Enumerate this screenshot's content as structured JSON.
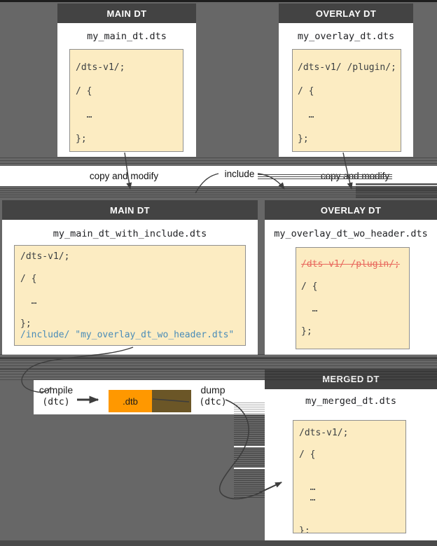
{
  "colors": {
    "background": "#676767",
    "card_header": "#434343",
    "code_box_fill": "#fcecc2",
    "code_box_border": "#8f8f8f",
    "dtb_orange": "#ff9800",
    "brown_block": "#6b5627",
    "include_blue": "#4a8cb8",
    "deleted_red": "#e8675c",
    "arrow": "#3d3d3d"
  },
  "cards": {
    "main_top": {
      "header": "MAIN DT",
      "filename": "my_main_dt.dts",
      "code": [
        {
          "t": "/dts-v1/;"
        },
        {
          "t": ""
        },
        {
          "t": "/ {"
        },
        {
          "t": ""
        },
        {
          "t": "  …"
        },
        {
          "t": ""
        },
        {
          "t": "};"
        }
      ]
    },
    "overlay_top": {
      "header": "OVERLAY DT",
      "filename": "my_overlay_dt.dts",
      "code": [
        {
          "t": "/dts-v1/ /plugin/;"
        },
        {
          "t": ""
        },
        {
          "t": "/ {"
        },
        {
          "t": ""
        },
        {
          "t": "  …"
        },
        {
          "t": ""
        },
        {
          "t": "};"
        }
      ]
    },
    "main_include": {
      "header": "MAIN DT",
      "filename": "my_main_dt_with_include.dts",
      "code": [
        {
          "t": "/dts-v1/;"
        },
        {
          "t": ""
        },
        {
          "t": "/ {"
        },
        {
          "t": ""
        },
        {
          "t": "  …"
        },
        {
          "t": ""
        },
        {
          "t": "};"
        },
        {
          "t": "/include/ \"my_overlay_dt_wo_header.dts\"",
          "s": "blue"
        }
      ]
    },
    "overlay_wo_header": {
      "header": "OVERLAY DT",
      "filename": "my_overlay_dt_wo_header.dts",
      "code": [
        {
          "t": "/dts-v1/ /plugin/;",
          "s": "strike"
        },
        {
          "t": ""
        },
        {
          "t": "/ {"
        },
        {
          "t": ""
        },
        {
          "t": "  …"
        },
        {
          "t": ""
        },
        {
          "t": "};"
        }
      ]
    },
    "merged": {
      "header": "MERGED DT",
      "filename": "my_merged_dt.dts",
      "code": [
        {
          "t": "/dts-v1/;"
        },
        {
          "t": ""
        },
        {
          "t": "/ {"
        },
        {
          "t": ""
        },
        {
          "t": ""
        },
        {
          "t": "  …"
        },
        {
          "t": "  …"
        },
        {
          "t": ""
        },
        {
          "t": ""
        },
        {
          "t": "};"
        }
      ]
    }
  },
  "labels": {
    "copy_and_modify_left": "copy and modify",
    "include": "include",
    "copy_and_modify_right": "copy and modify",
    "compile": "compile",
    "compile_tool": "(dtc)",
    "dtb": ".dtb",
    "dump": "dump",
    "dump_tool": "(dtc)"
  }
}
